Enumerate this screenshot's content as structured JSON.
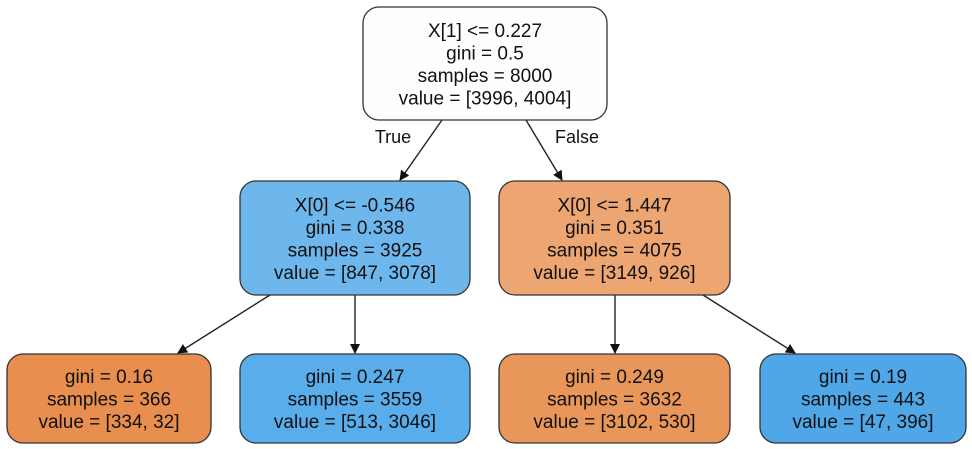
{
  "tree": {
    "nodes": [
      {
        "id": "root",
        "lines": [
          "X[1] <= 0.227",
          "gini = 0.5",
          "samples = 8000",
          "value = [3996, 4004]"
        ],
        "color": "#fefefe"
      },
      {
        "id": "n1",
        "lines": [
          "X[0] <= -0.546",
          "gini = 0.338",
          "samples = 3925",
          "value = [847, 3078]"
        ],
        "color": "#6db7ed"
      },
      {
        "id": "n2",
        "lines": [
          "X[0] <= 1.447",
          "gini = 0.351",
          "samples = 4075",
          "value = [3149, 926]"
        ],
        "color": "#eda572"
      },
      {
        "id": "n3",
        "lines": [
          "gini = 0.16",
          "samples = 366",
          "value = [334, 32]"
        ],
        "color": "#e88e4e"
      },
      {
        "id": "n4",
        "lines": [
          "gini = 0.247",
          "samples = 3559",
          "value = [513, 3046]"
        ],
        "color": "#5aadeb"
      },
      {
        "id": "n5",
        "lines": [
          "gini = 0.249",
          "samples = 3632",
          "value = [3102, 530]"
        ],
        "color": "#e9965a"
      },
      {
        "id": "n6",
        "lines": [
          "gini = 0.19",
          "samples = 443",
          "value = [47, 396]"
        ],
        "color": "#4fa7e8"
      }
    ],
    "edges": [
      {
        "from": "root",
        "to": "n1",
        "label": "True"
      },
      {
        "from": "root",
        "to": "n2",
        "label": "False"
      },
      {
        "from": "n1",
        "to": "n3",
        "label": ""
      },
      {
        "from": "n1",
        "to": "n4",
        "label": ""
      },
      {
        "from": "n2",
        "to": "n5",
        "label": ""
      },
      {
        "from": "n2",
        "to": "n6",
        "label": ""
      }
    ]
  }
}
